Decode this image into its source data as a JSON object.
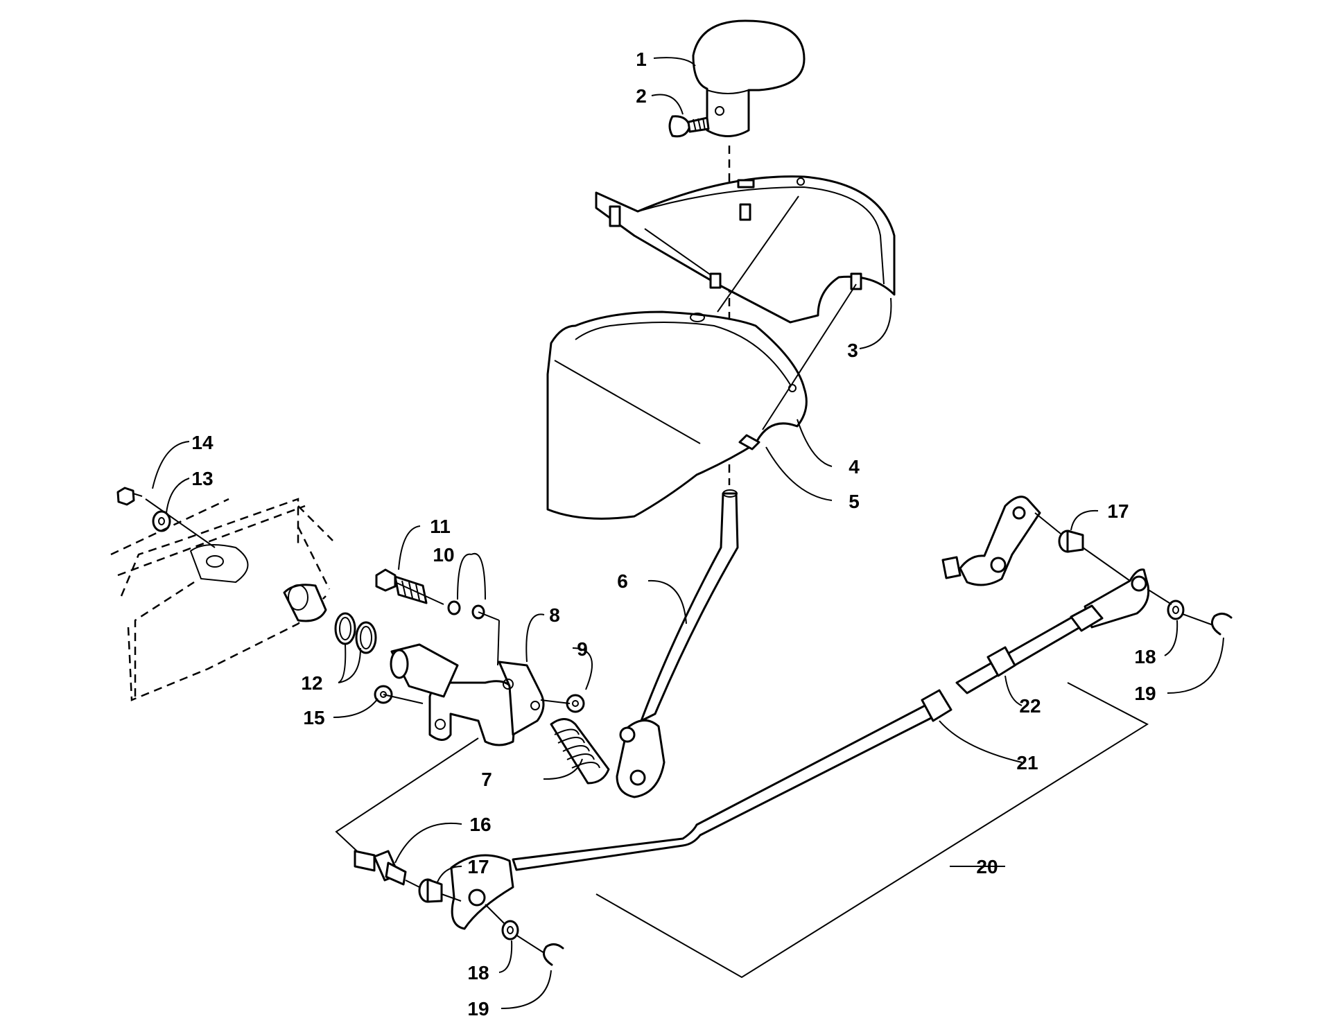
{
  "callouts": {
    "c1": "1",
    "c2": "2",
    "c3": "3",
    "c4": "4",
    "c5": "5",
    "c6": "6",
    "c7": "7",
    "c8": "8",
    "c9": "9",
    "c10": "10",
    "c11": "11",
    "c12": "12",
    "c13": "13",
    "c14": "14",
    "c15": "15",
    "c16": "16",
    "c17a": "17",
    "c17b": "17",
    "c18a": "18",
    "c18b": "18",
    "c19a": "19",
    "c19b": "19",
    "c20": "20",
    "c21": "21",
    "c22": "22"
  },
  "colors": {
    "line": "#000000",
    "background": "#ffffff"
  }
}
